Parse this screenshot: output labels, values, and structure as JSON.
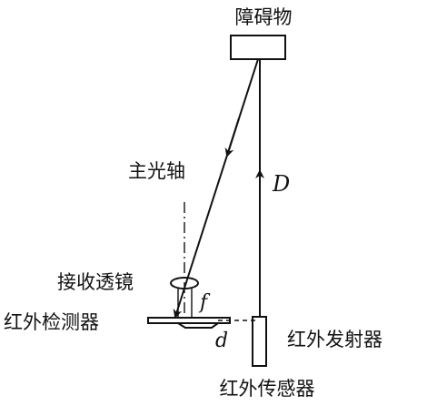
{
  "labels": {
    "obstacle": "障碍物",
    "main_axis": "主光轴",
    "receiving_lens": "接收透镜",
    "ir_detector": "红外检测器",
    "ir_emitter": "红外发射器",
    "ir_sensor": "红外传感器"
  },
  "symbols": {
    "distance": "D",
    "focal_length": "f",
    "offset": "d"
  }
}
